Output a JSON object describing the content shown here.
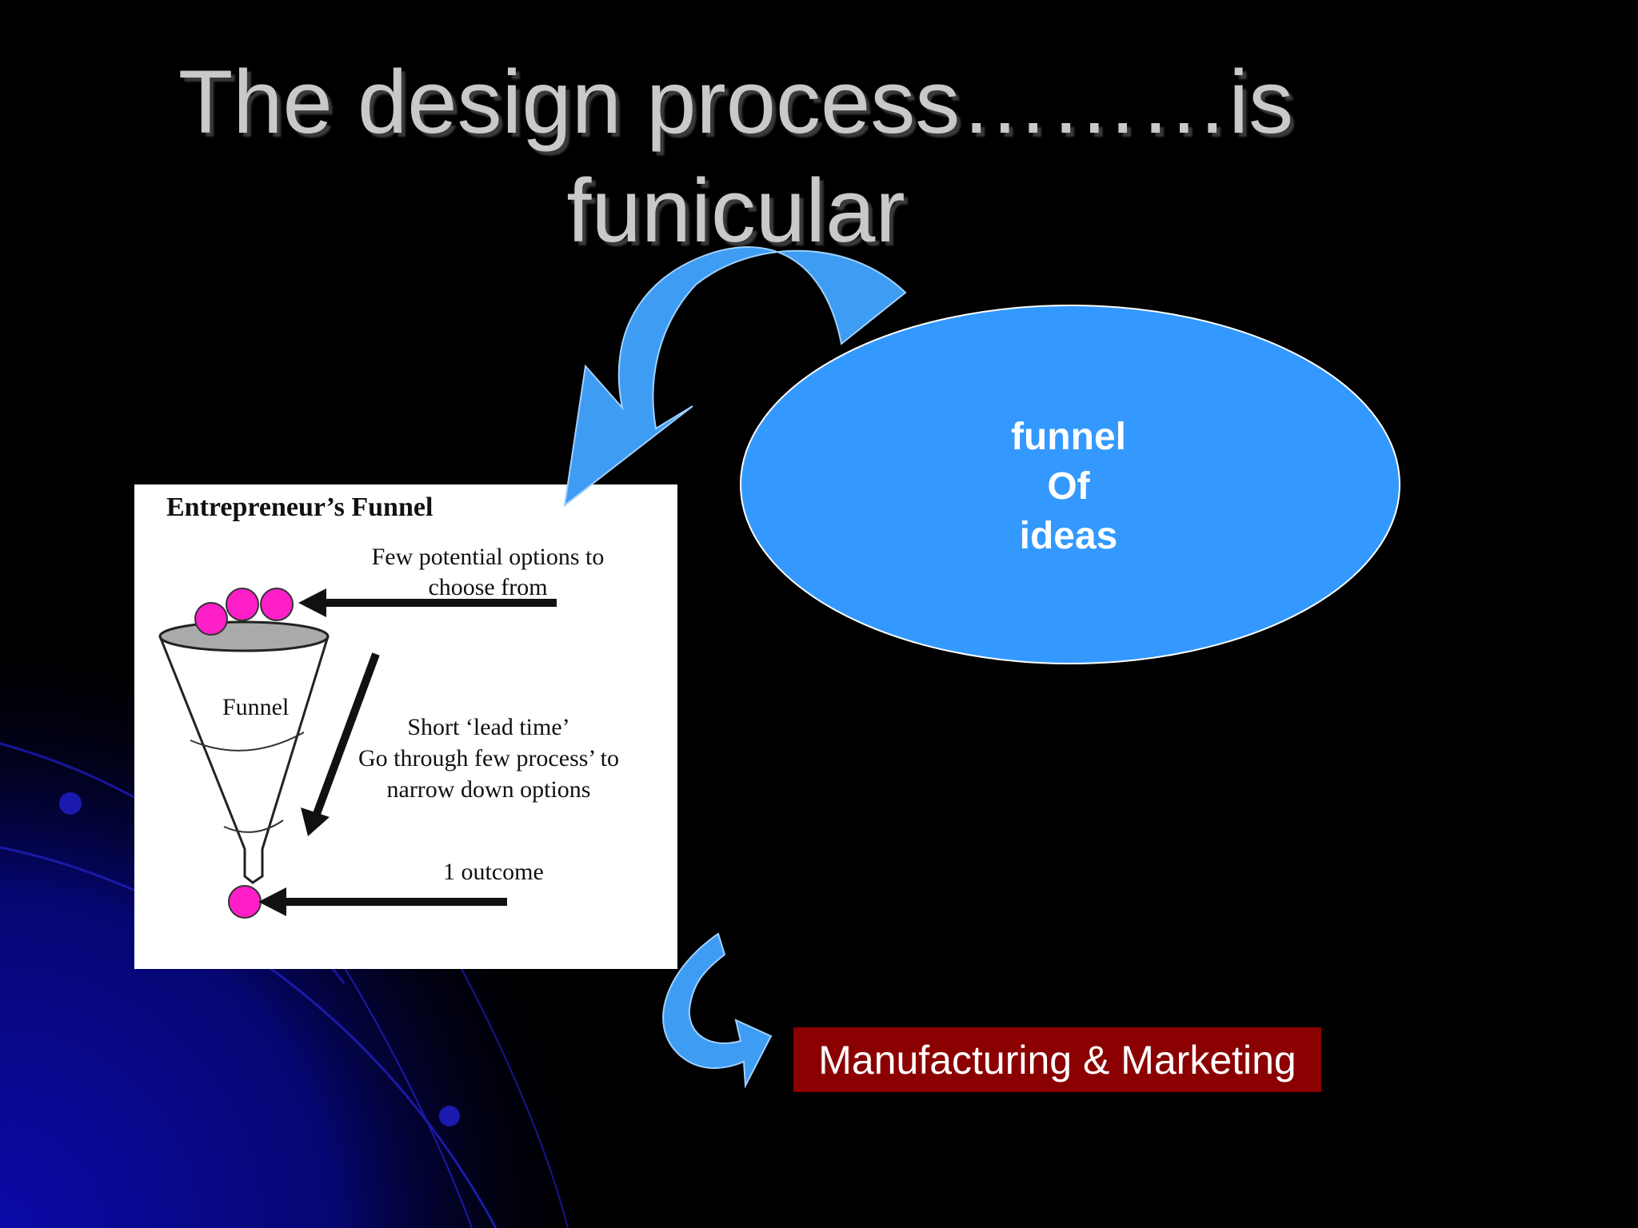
{
  "slide": {
    "title_line1": "The design process………is",
    "title_line2": "funicular"
  },
  "ellipse": {
    "line1": "funnel",
    "line2": "Of",
    "line3": "ideas"
  },
  "funnel_image": {
    "heading": "Entrepreneur’s Funnel",
    "options_line1": "Few potential options to",
    "options_line2": "choose from",
    "funnel_label": "Funnel",
    "lead_line1": "Short ‘lead time’",
    "lead_line2": "Go through few process’ to",
    "lead_line3": "narrow down options",
    "outcome": "1 outcome"
  },
  "output_box": {
    "label": "Manufacturing & Marketing"
  },
  "colors": {
    "ellipse_fill": "#3399ff",
    "arrow_fill": "#3f9cf3",
    "box_fill": "#8b0000",
    "ball_fill": "#ff1fc8"
  }
}
